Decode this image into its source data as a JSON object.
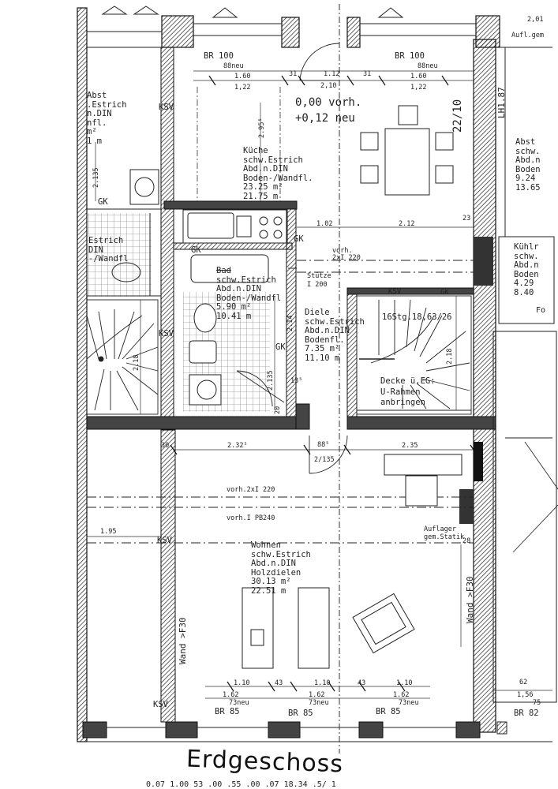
{
  "floor_label": "Erdgeschoss",
  "level": {
    "line1": "0,00 vorh.",
    "line2": "+0,12 neu"
  },
  "rooms": {
    "kueche": {
      "name": "Küche",
      "l2": "schw.Estrich",
      "l3": "Abd.n.DIN",
      "l4": "Boden-/Wandfl.",
      "area": "23.25 m²",
      "perim": "21.75 m"
    },
    "bad": {
      "name": "Bad",
      "l2": "schw.Estrich",
      "l3": "Abd.n.DIN",
      "l4": "Boden-/Wandfl",
      "area": "5.90 m²",
      "perim": "10.41 m"
    },
    "diele": {
      "name": "Diele",
      "l2": "schw.Estrich",
      "l3": "Abd.n.DIN",
      "l4": "Bodenfl.",
      "area": "7.35 m²",
      "perim": "11.10 m"
    },
    "wohnen": {
      "name": "Wohnen",
      "l2": "schw.Estrich",
      "l3": "Abd.n.DIN",
      "l4": "Holzdielen",
      "area": "30.13 m²",
      "perim": "22.51 m"
    },
    "left_room": {
      "l1": "Abst",
      "l2": ".Estrich",
      "l3": "n.DIN",
      "l4": "nfl.",
      "area": "m²",
      "perim": "1 m"
    },
    "left_bath": {
      "l1": "Estrich",
      "l2": "DIN",
      "l3": "-/Wandfl"
    },
    "right_room": {
      "l1": "Abst",
      "l2": "schw.",
      "l3": "Abd.n",
      "l4": "Boden",
      "area": "9.24",
      "perim": "13.65"
    },
    "right_room2": {
      "l1": "Kühlr",
      "l2": "schw.",
      "l3": "Abd.n",
      "l4": "Boden",
      "area": "4.29",
      "perim": "8.40"
    }
  },
  "annotations": {
    "stairs": "16Stg.18,63/26",
    "decke": "Decke ü.EG:",
    "urahmen1": "U-Rahmen",
    "urahmen2": "anbringen",
    "stuetze1": "Stütze",
    "stuetze2": "I 200",
    "vorh_top1": "vorh.",
    "vorh_top2": "2xI 220",
    "vorh_wohn1": "vorh.2xI 220",
    "vorh_wohn2": "vorh.I PB240",
    "auflager1": "Auflager",
    "auflager2": "gem.Statik",
    "wand_left": "Wand >F30",
    "wand_right": "Wand >F30",
    "ksv": "KSV",
    "gk": "GK",
    "aufl_top": "Aufl.gem",
    "dim_2210": "22/10",
    "lh": "LH1.87",
    "fo": "Fo"
  },
  "windows": {
    "top_left": {
      "br": "BR 100",
      "h": "88neu",
      "w": "1.60",
      "w2": "1,22"
    },
    "top_right": {
      "br": "BR 100",
      "h": "88neu",
      "w": "1.60",
      "w2": "1,22"
    },
    "bottom": [
      {
        "w": "1.62",
        "h": "73neu",
        "br": "BR 85"
      },
      {
        "w": "1.62",
        "h": "73neu",
        "br": "BR 85"
      },
      {
        "w": "1.62",
        "h": "73neu",
        "br": "BR 85"
      }
    ],
    "bottom_right": {
      "w": "1,56",
      "h": "75",
      "br": "BR 82"
    }
  },
  "dimensions": {
    "t31a": "31",
    "t112": "1.12",
    "t31b": "31",
    "t210": "2,10",
    "t2955": "2.95⁵",
    "t102": "1.02",
    "t212": "2.12",
    "t23": "23",
    "t2135": "2.135",
    "t135": "13⁵",
    "t2135b": "2.135",
    "t20": "20",
    "t214": "2.14",
    "t218": "2.18",
    "t218b": "2.18",
    "t30": "30",
    "t2325": "2.32⁵",
    "t885": "88⁵",
    "t2135c": "2/135",
    "t235": "2.35",
    "t195": "1.95",
    "t28": "28",
    "b110a": "1.10",
    "b43a": "43",
    "b110b": "1.10",
    "b43b": "43",
    "b110c": "1.10",
    "b62": "62",
    "topr": "2,01",
    "bottom_row": "0.07   1.00   53   .00   .55   .00   .07   18.34  .5/ 1"
  }
}
